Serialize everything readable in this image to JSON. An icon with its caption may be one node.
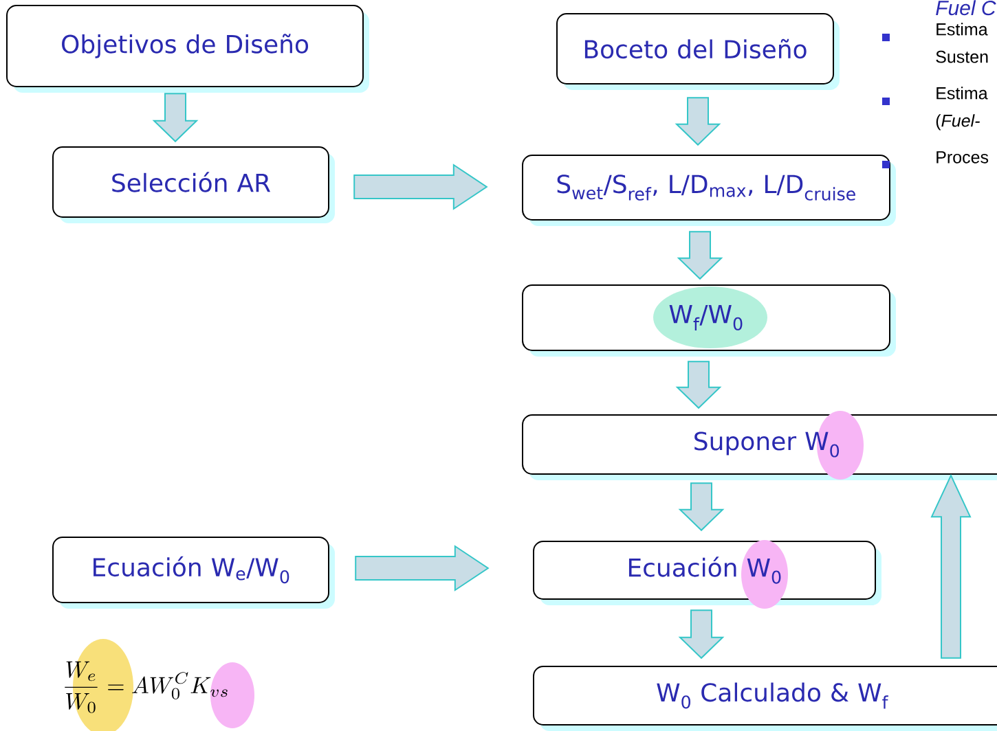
{
  "diagram": {
    "nodes": [
      {
        "text": [
          "Objetivos de Diseño"
        ]
      },
      {
        "text": [
          "Selección AR"
        ]
      },
      {
        "text": [
          "Boceto del Diseño"
        ]
      },
      {
        "text": [
          "S$_{wet}$/S$_{ref}$, L/D$_{max}$, L/D$_{cruise}$"
        ]
      },
      {
        "text": [
          "W$_{f}$/W$_{0}$"
        ]
      },
      {
        "text": [
          "Suponer W$_{0}$"
        ]
      },
      {
        "text": [
          "Ecuación W$_{e}$/W$_{0}$"
        ]
      },
      {
        "text": [
          "Ecuación W$_{0}$"
        ]
      },
      {
        "text": [
          "W$_{0}$ Calculado & W$_{f}$"
        ]
      }
    ],
    "edges": [
      {
        "from": 0,
        "to": 1,
        "arrow": "to"
      },
      {
        "from": 1,
        "to": 3,
        "arrow": "to"
      },
      {
        "from": 2,
        "to": 3,
        "arrow": "to"
      },
      {
        "from": 3,
        "to": 4,
        "arrow": "to"
      },
      {
        "from": 4,
        "to": 5,
        "arrow": "to"
      },
      {
        "from": 5,
        "to": 7,
        "arrow": "to"
      },
      {
        "from": 6,
        "to": 7,
        "arrow": "to"
      },
      {
        "from": 7,
        "to": 8,
        "arrow": "to"
      },
      {
        "from": 8,
        "to": 5,
        "arrow": "to"
      }
    ],
    "labels": [
      "Fuel C",
      "Estima Susten",
      "Estima (*Fuel-*",
      "Proces",
      "\\frac{W_e}{W_0}=AW_0^C K_{vs}"
    ]
  }
}
